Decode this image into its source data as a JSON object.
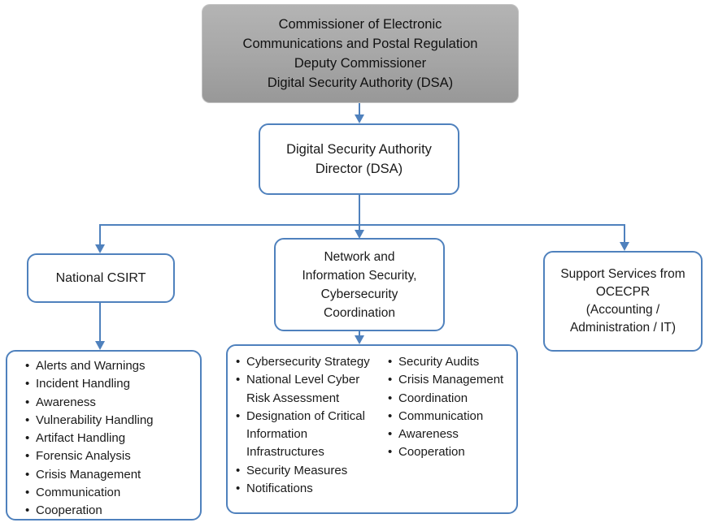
{
  "colors": {
    "accent_blue": "#4F81BD",
    "gray_box_top": "#B4B4B4",
    "gray_box_bottom": "#989898",
    "box_fill": "#FFFFFF",
    "text": "#1A1A1A"
  },
  "org_chart": {
    "commissioner_box": {
      "lines": [
        "Commissioner of Electronic",
        "Communications and Postal Regulation",
        "Deputy Commissioner",
        "Digital Security Authority (DSA)"
      ]
    },
    "director_box": {
      "lines": [
        "Digital Security Authority",
        "Director (DSA)"
      ]
    },
    "national_csirt_box": {
      "label": "National CSIRT"
    },
    "nis_box": {
      "lines": [
        "Network and",
        "Information Security,",
        "Cybersecurity",
        "Coordination"
      ]
    },
    "support_box": {
      "lines": [
        "Support Services from",
        "OCECPR",
        "(Accounting /",
        "Administration / IT)"
      ]
    },
    "csirt_functions": [
      "Alerts and Warnings",
      "Incident Handling",
      "Awareness",
      "Vulnerability Handling",
      "Artifact Handling",
      "Forensic Analysis",
      "Crisis Management",
      "Communication",
      "Cooperation"
    ],
    "nis_functions_col1": [
      "Cybersecurity Strategy",
      "National Level Cyber Risk Assessment",
      "Designation of Critical Information Infrastructures",
      "Security Measures",
      "Notifications"
    ],
    "nis_functions_col2": [
      "Security Audits",
      "Crisis Management",
      "Coordination",
      "Communication",
      "Awareness",
      "Cooperation"
    ]
  }
}
